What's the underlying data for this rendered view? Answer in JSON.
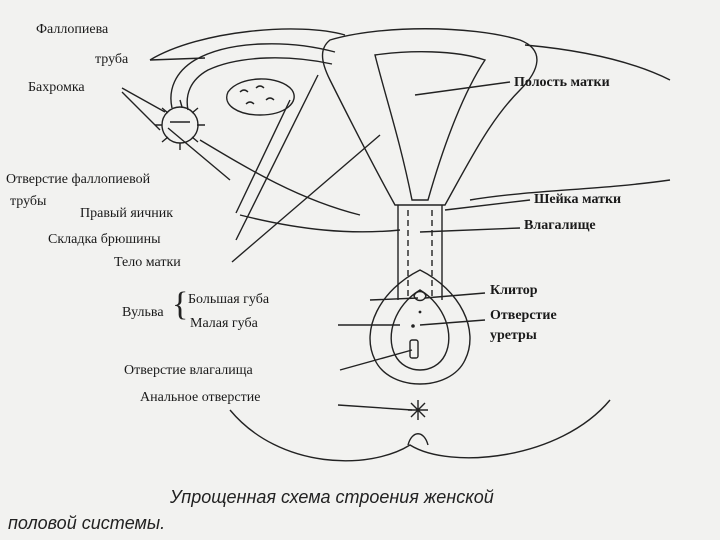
{
  "labels": {
    "fallopian_tube_1": "Фаллопиева",
    "fallopian_tube_2": "труба",
    "fimbria": "Бахромка",
    "fallopian_opening_1": "Отверстие фаллопиевой",
    "fallopian_opening_2": "трубы",
    "right_ovary": "Правый яичник",
    "peritoneum_fold": "Складка брюшины",
    "uterus_body": "Тело матки",
    "uterine_cavity": "Полость матки",
    "cervix": "Шейка матки",
    "vagina": "Влагалище",
    "vulva": "Вульва",
    "labia_majora": "Большая губа",
    "labia_minora": "Малая губа",
    "clitoris": "Клитор",
    "urethra_opening_1": "Отверстие",
    "urethra_opening_2": "уретры",
    "vaginal_opening": "Отверстие влагалища",
    "anal_opening": "Анальное отверстие"
  },
  "caption": {
    "line1": "Упрощенная схема строения женской",
    "line2": "половой системы."
  }
}
